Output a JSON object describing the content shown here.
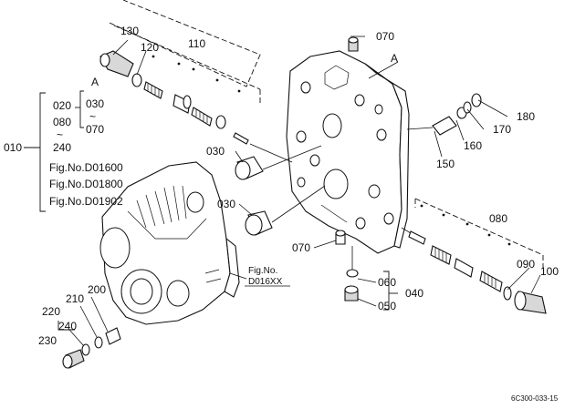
{
  "labels": {
    "p130": "130",
    "p120": "120",
    "p110": "110",
    "p070_top": "070",
    "p_A_top": "A",
    "p180": "180",
    "p170": "170",
    "p160": "160",
    "p150": "150",
    "p_A_side": "A",
    "p020": "020",
    "p030_side": "030",
    "p080_side": "080",
    "p070_side": "070",
    "p010": "010",
    "p240_side": "240",
    "fig1": "Fig.No.D01600",
    "fig2": "Fig.No.D01800",
    "fig3": "Fig.No.D01902",
    "p030_a": "030",
    "p030_b": "030",
    "p080": "080",
    "p070_mid": "070",
    "p090": "090",
    "p100": "100",
    "p060": "060",
    "p050": "050",
    "p040": "040",
    "fig_ref_1": "Fig.No.",
    "fig_ref_2": "D016XX",
    "p200": "200",
    "p210": "210",
    "p220": "220",
    "p240": "240",
    "p230": "230",
    "tilde1": "~",
    "tilde2": "~",
    "code": "6C300-033-15"
  }
}
